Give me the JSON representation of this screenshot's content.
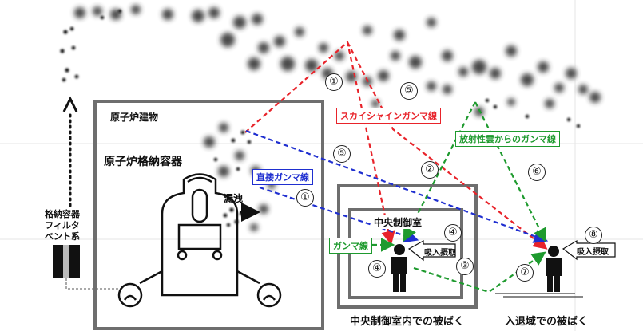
{
  "labels": {
    "reactor_building": "原子炉建物",
    "containment_vessel": "原子炉格納容器",
    "leak": "漏洩",
    "filter_vent": [
      "格納容器",
      "フィルタ",
      "ベント系"
    ],
    "central_control_room": "中央制御室",
    "exposure_in_control_room": "中央制御室内での被ばく",
    "exposure_in_access_area": "入退域での被ばく",
    "skyshine_gamma": "スカイシャインガンマ線",
    "direct_gamma": "直接ガンマ線",
    "cloud_gamma": "放射性雲からのガンマ線",
    "gamma": "ガンマ線",
    "inhalation_1": "吸入摂取",
    "inhalation_2": "吸入摂取"
  },
  "numbers": {
    "n1_top": "①",
    "n5_top": "⑤",
    "n5_mid": "⑤",
    "n1_mid": "①",
    "n2": "②",
    "n6": "⑥",
    "n4_arrow": "④",
    "n4_left": "④",
    "n3": "③",
    "n7": "⑦",
    "n8": "⑧"
  },
  "colors": {
    "skyshine": "#e8232a",
    "direct": "#1f2fd0",
    "cloud": "#1e9a2e",
    "frame": "#6e6e6e"
  }
}
